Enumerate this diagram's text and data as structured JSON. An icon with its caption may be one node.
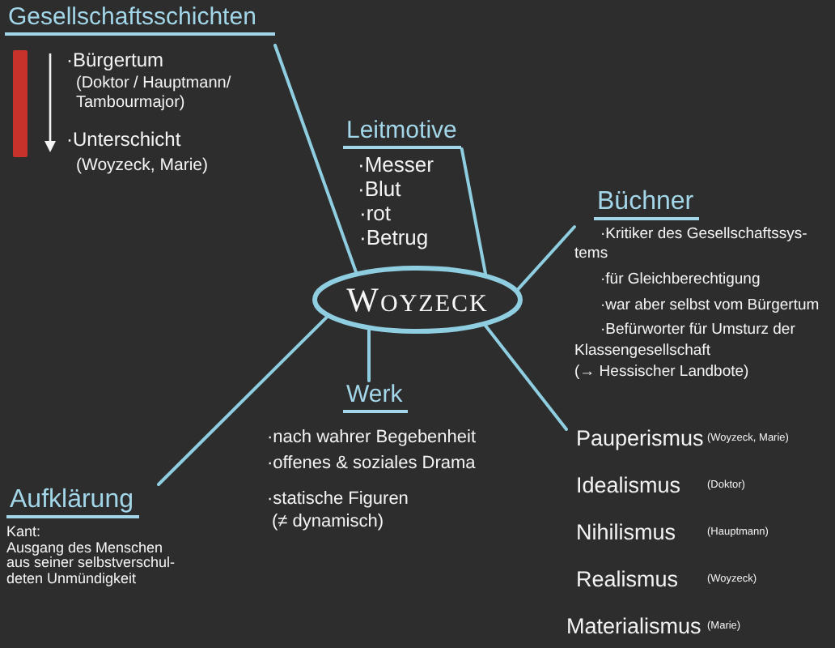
{
  "diagram": {
    "nodes": [
      {
        "text": [
          "Gesellschaftsschichten",
          "·Bürgertum",
          "(Doktor / Hauptmann/ Tambourmajor)",
          "·Unterschicht",
          "(Woyzeck, Marie)"
        ]
      },
      {
        "text": [
          "Leitmotive",
          "·Messer",
          "·Blut",
          "·rot",
          "·Betrug"
        ]
      },
      {
        "text": [
          "Büchner",
          "·Kritiker des Gesellschaftssys- tems",
          "·für Gleichberechtigung",
          "·war aber selbst vom Bürgertum",
          "·Befürworter für Umsturz der Klassengesellschaft",
          "(→ Hessischer Landbote)"
        ]
      },
      {
        "text": [
          "WOYZECK"
        ]
      },
      {
        "text": [
          "Werk",
          "·nach wahrer Begebenheit",
          "·offenes & soziales Drama",
          "·statische Figuren",
          "(≠ dynamisch)"
        ]
      },
      {
        "text": [
          "Pauperismus",
          "(Woyzeck, Marie)",
          "Idealismus",
          "(Doktor)",
          "Nihilismus",
          "(Hauptmann)",
          "Realismus",
          "(Woyzeck)",
          "Materialismus",
          "(Marie)"
        ]
      },
      {
        "text": [
          "Aufklärung",
          "Kant:",
          "Ausgang des Menschen aus seiner selbstverschul- deten Unmündigkeit"
        ]
      }
    ],
    "edges": [
      {
        "from": 3,
        "to": 0,
        "arrow": "none"
      },
      {
        "from": 3,
        "to": 1,
        "arrow": "none"
      },
      {
        "from": 3,
        "to": 2,
        "arrow": "none"
      },
      {
        "from": 3,
        "to": 4,
        "arrow": "none"
      },
      {
        "from": 3,
        "to": 5,
        "arrow": "none"
      },
      {
        "from": 3,
        "to": 6,
        "arrow": "none"
      }
    ]
  }
}
